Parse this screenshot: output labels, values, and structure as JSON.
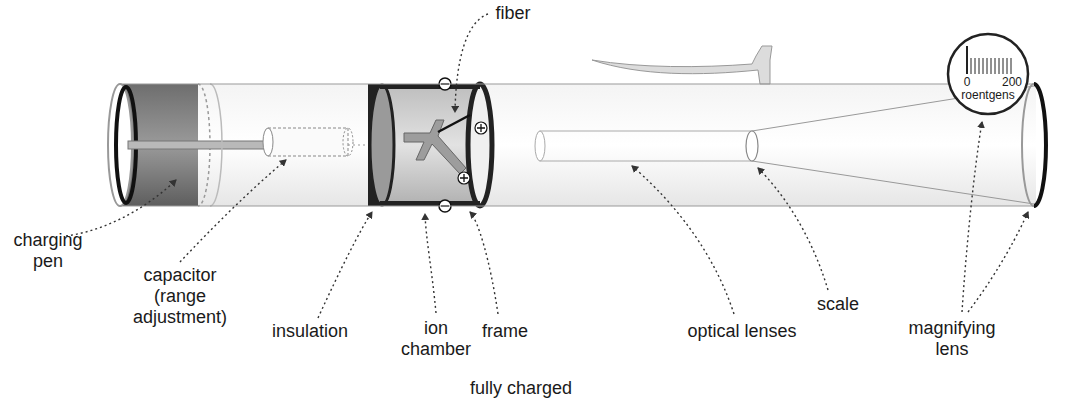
{
  "diagram": {
    "caption": "fully charged",
    "nodes": [
      {
        "text": [
          "0",
          "200",
          "roentgens"
        ]
      }
    ],
    "labels": [
      "fiber",
      "charging pen",
      "capacitor (range adjustment)",
      "insulation",
      "ion chamber",
      "frame",
      "optical lenses",
      "scale",
      "magnifying lens"
    ]
  }
}
